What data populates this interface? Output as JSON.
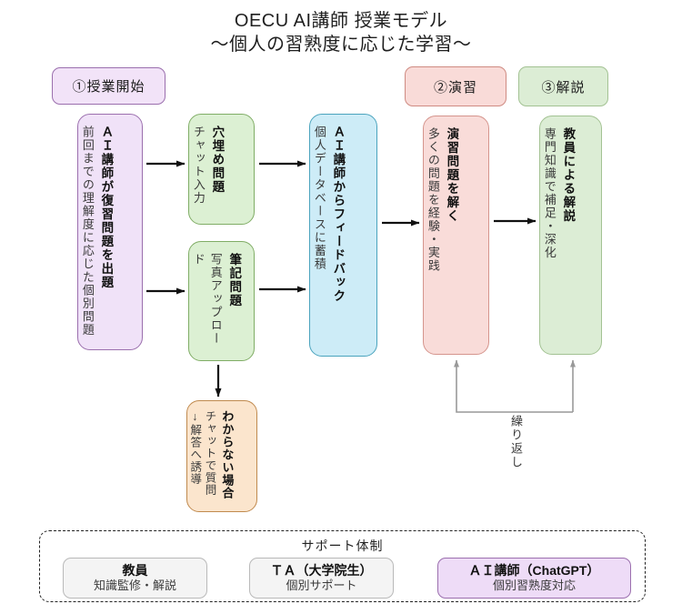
{
  "title": {
    "line1": "OECU AI講師 授業モデル",
    "line2": "～個人の習熟度に応じた学習～"
  },
  "phases": [
    {
      "label": "①授業開始",
      "fill": "#f2e3f8",
      "border": "#9b6fae"
    },
    {
      "label": "②演習",
      "fill": "#f9dbd8",
      "border": "#cf8b82"
    },
    {
      "label": "③解説",
      "fill": "#dcedd5",
      "border": "#a3c293"
    }
  ],
  "nodes": [
    {
      "id": "review-question",
      "title": "ＡＩ講師が復習問題を出題",
      "subtitle": "前回までの理解度に応じた個別問題",
      "fill": "#f0e2f8",
      "border": "#9b6fae"
    },
    {
      "id": "fill-in-question",
      "title": "穴埋め問題",
      "subtitle": "チャット入力",
      "fill": "#dcf0d3",
      "border": "#80ad66"
    },
    {
      "id": "written-question",
      "title": "筆記問題",
      "subtitle": "写真アップロード",
      "fill": "#dcf0d3",
      "border": "#80ad66"
    },
    {
      "id": "ai-feedback",
      "title": "ＡＩ講師からフィードバック",
      "subtitle": "個人データベースに蓄積",
      "fill": "#cdecf7",
      "border": "#4aa3bd"
    },
    {
      "id": "solve-exercises",
      "title": "演習問題を解く",
      "subtitle": "多くの問題を経験・実践",
      "fill": "#f9dcd9",
      "border": "#d5958d"
    },
    {
      "id": "teacher-explanation",
      "title": "教員による解説",
      "subtitle": "専門知識で補足・深化",
      "fill": "#dcedd5",
      "border": "#a3c293"
    },
    {
      "id": "when-stuck",
      "title": "わからない場合",
      "subtitle": "チャットで質問",
      "subtitle2": "↓解答へ誘導",
      "fill": "#fbe5cd",
      "border": "#c08a4e"
    }
  ],
  "loop_label": "繰り返し",
  "support": {
    "title": "サポート体制",
    "members": [
      {
        "title": "教員",
        "subtitle": "知識監修・解説",
        "fill": "#f4f4f4",
        "border": "#b9b9b9"
      },
      {
        "title": "ＴＡ（大学院生）",
        "subtitle": "個別サポート",
        "fill": "#f4f4f4",
        "border": "#b9b9b9"
      },
      {
        "title": "ＡＩ講師（ChatGPT）",
        "subtitle": "個別習熟度対応",
        "fill": "#eedcf7",
        "border": "#9b6fae"
      }
    ]
  },
  "colors": {
    "arrow": "#111111",
    "loop": "#999999",
    "background": "#ffffff"
  }
}
